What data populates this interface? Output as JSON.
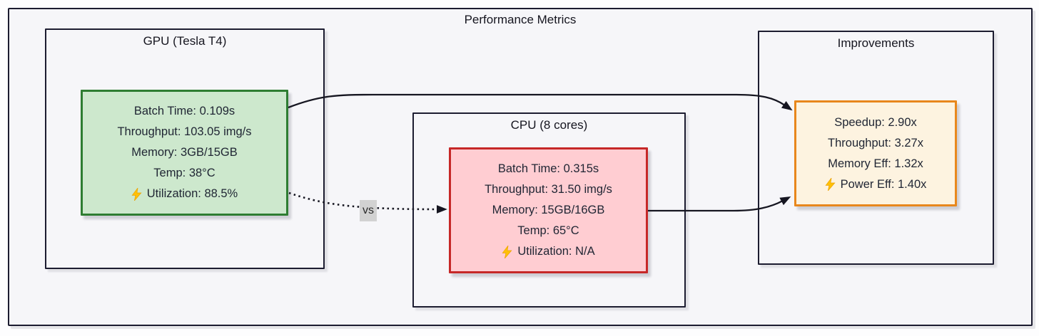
{
  "diagram_title": "Performance Metrics",
  "edge_label_vs": "vs",
  "gpu": {
    "group_title": "GPU (Tesla T4)",
    "metrics": [
      "Batch Time: 0.109s",
      "Throughput: 103.05 img/s",
      "Memory: 3GB/15GB",
      "Temp: 38°C",
      "Utilization: 88.5%"
    ]
  },
  "cpu": {
    "group_title": "CPU (8 cores)",
    "metrics": [
      "Batch Time: 0.315s",
      "Throughput: 31.50 img/s",
      "Memory: 15GB/16GB",
      "Temp: 65°C",
      "Utilization: N/A"
    ]
  },
  "improvements": {
    "group_title": "Improvements",
    "metrics": [
      "Speedup: 2.90x",
      "Throughput: 3.27x",
      "Memory Eff: 1.32x",
      "Power Eff: 1.40x"
    ]
  },
  "colors": {
    "gpu_fill": "#cde8cd",
    "gpu_border": "#2e7d32",
    "cpu_fill": "#ffcdd2",
    "cpu_border": "#c62828",
    "improvements_fill": "#fdf3e0",
    "improvements_border": "#e8871c",
    "container_fill": "#f6f6f9",
    "container_border": "#1c1c30",
    "arrow": "#161621",
    "lightning": "#ffc107",
    "vs_background": "#d2d2d2"
  }
}
